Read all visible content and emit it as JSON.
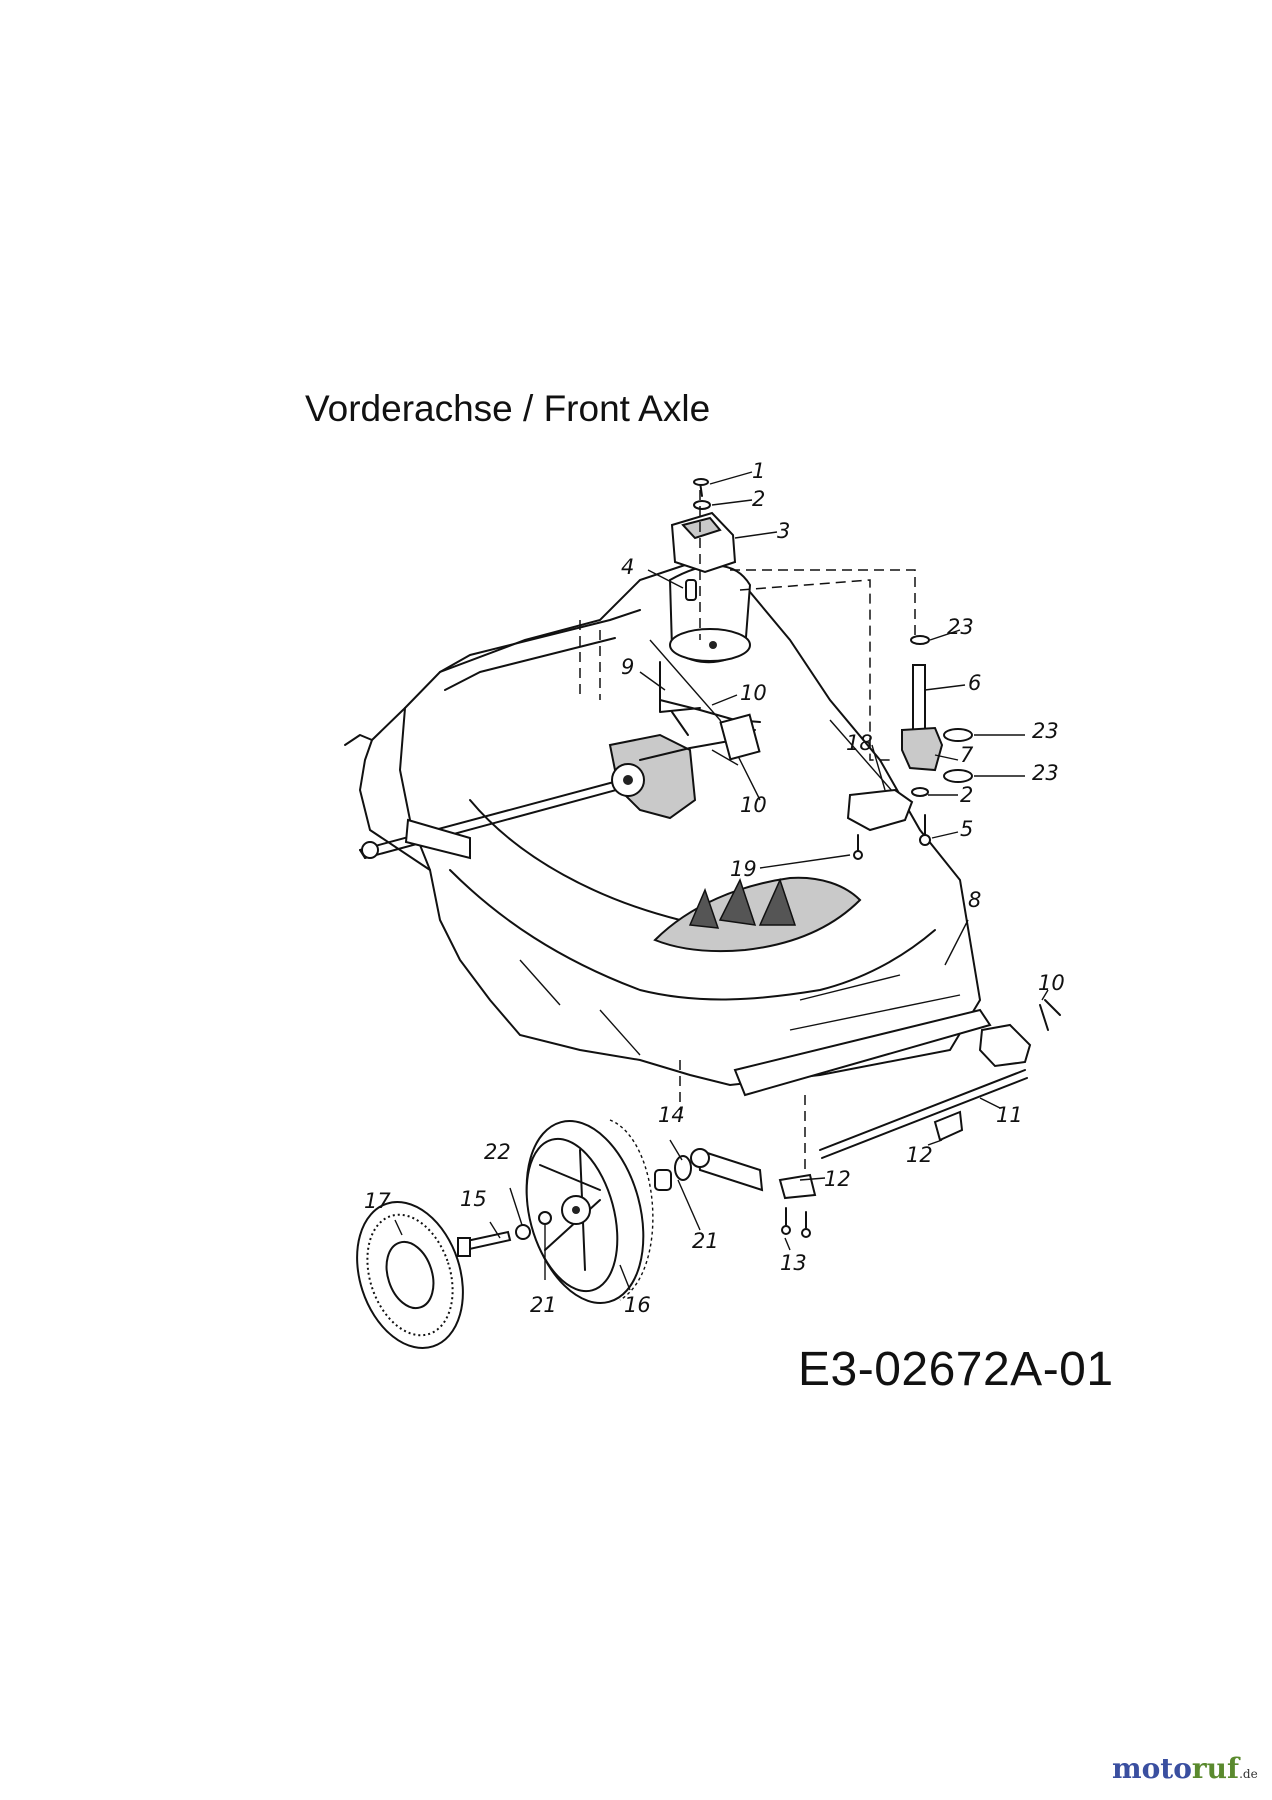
{
  "title": "Vorderachse / Front Axle",
  "part_number": "E3-02672A-01",
  "brand": {
    "name_a": "moto",
    "name_b": "ruf",
    "domain": ".de"
  },
  "callouts": [
    "1",
    "2",
    "3",
    "4",
    "23",
    "9",
    "10",
    "6",
    "23",
    "18",
    "7",
    "23",
    "10",
    "2",
    "5",
    "19",
    "8",
    "10",
    "11",
    "14",
    "22",
    "12",
    "12",
    "17",
    "15",
    "21",
    "21",
    "16",
    "13"
  ]
}
